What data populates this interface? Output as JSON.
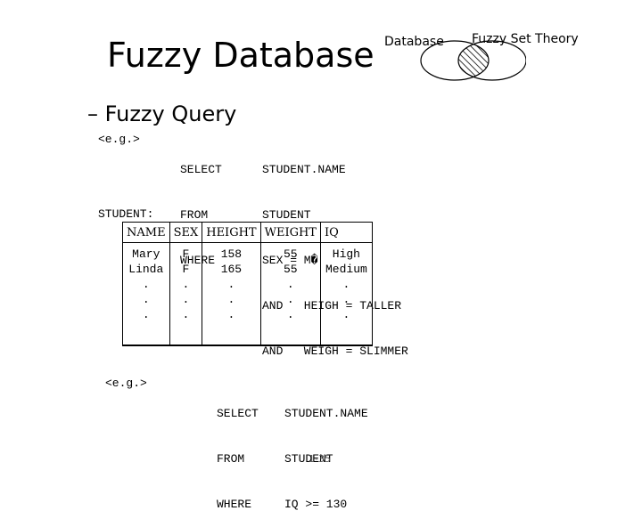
{
  "slide": {
    "title": "Fuzzy Database",
    "subtitle": "– Fuzzy Query",
    "page_number": "1-35"
  },
  "venn": {
    "left_label": "Database",
    "right_label": "Fuzzy Set Theory"
  },
  "query1": {
    "eg": "<e.g.>",
    "keywords": [
      "SELECT",
      "FROM",
      "WHERE"
    ],
    "clauses": [
      "STUDENT.NAME",
      "STUDENT",
      "SEX = M�",
      "AND   HEIGH = TALLER",
      "AND   WEIGH = SLIMMER"
    ]
  },
  "table": {
    "caption": "STUDENT:",
    "columns": [
      "NAME",
      "SEX",
      "HEIGHT",
      "WEIGHT",
      "IQ"
    ],
    "rows": [
      [
        "Mary",
        "F",
        "158",
        "55",
        "High"
      ],
      [
        "Linda",
        "F",
        "165",
        "55",
        "Medium"
      ],
      [
        ".",
        ".",
        ".",
        ".",
        "."
      ],
      [
        ".",
        ".",
        ".",
        ".",
        "."
      ],
      [
        ".",
        ".",
        ".",
        ".",
        "."
      ]
    ]
  },
  "query2": {
    "eg": "<e.g.>",
    "keywords": [
      "SELECT",
      "FROM",
      "WHERE"
    ],
    "clauses": [
      "STUDENT.NAME",
      "STUDENT",
      "IQ >= 130"
    ]
  }
}
